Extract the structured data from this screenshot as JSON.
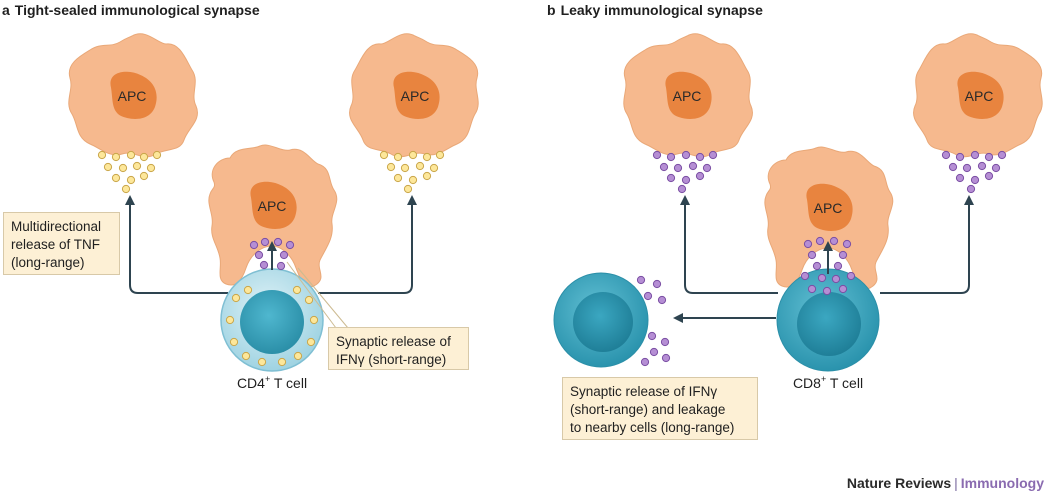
{
  "panels": {
    "a": {
      "letter": "a",
      "title": "Tight-sealed immunological synapse"
    },
    "b": {
      "letter": "b",
      "title": "Leaky immunological synapse"
    }
  },
  "apc_label": "APC",
  "cells": {
    "a": {
      "label_pre": "CD4",
      "label_sup": "+",
      "label_post": " T cell"
    },
    "b": {
      "label_pre": "CD8",
      "label_sup": "+",
      "label_post": " T cell"
    }
  },
  "callouts": {
    "a1": [
      "Multidirectional",
      "release of TNF",
      "(long-range)"
    ],
    "a2": [
      "Synaptic release of",
      "IFNγ (short-range)"
    ],
    "b1": [
      "Synaptic release of IFNγ",
      "(short-range) and leakage",
      "to nearby cells (long-range)"
    ]
  },
  "footer": {
    "journal": "Nature Reviews",
    "separator": "|",
    "subject": "Immunology"
  },
  "colors": {
    "apc_body": "#f6b98e",
    "apc_nucleus": "#e8843f",
    "tnf_granule": "#fde79a",
    "ifn_granule": "#b58ed4",
    "cd4_cell": "#bfe3ee",
    "cd8_cell": "#3aa7bf",
    "arrow": "#2e4450",
    "callout_fill": "#fdf0d5"
  }
}
